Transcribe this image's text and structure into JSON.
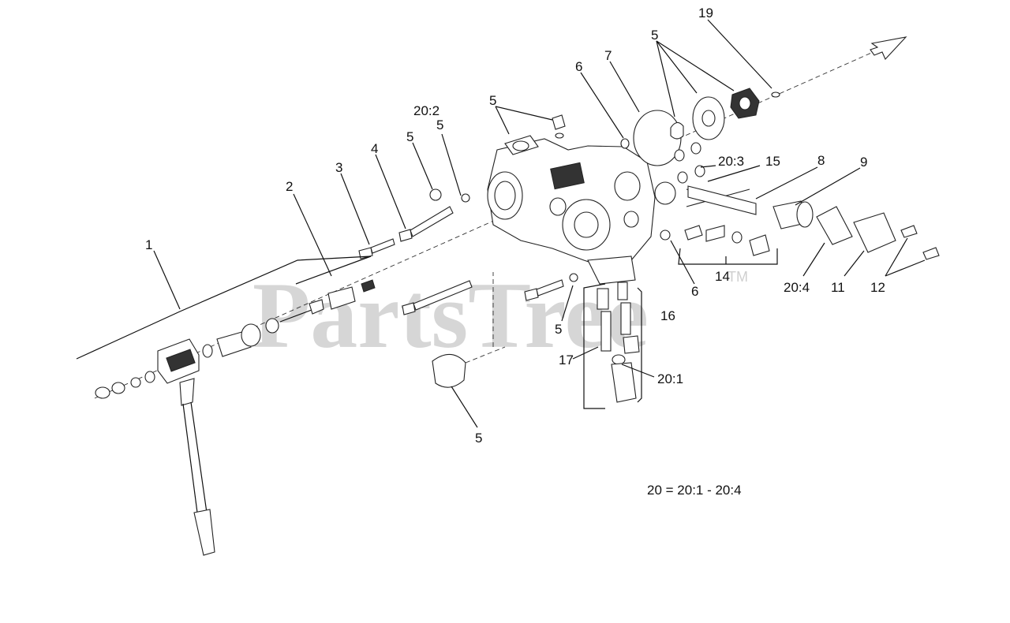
{
  "watermark": {
    "text": "PartsTree",
    "trademark": "TM"
  },
  "callouts": {
    "c1": "1",
    "c2": "2",
    "c3": "3",
    "c4": "4",
    "c5a": "5",
    "c5b": "5",
    "c5c": "5",
    "c5d": "5",
    "c5e": "5",
    "c5f": "5",
    "c6a": "6",
    "c6b": "6",
    "c7": "7",
    "c8": "8",
    "c9": "9",
    "c11": "11",
    "c12": "12",
    "c14": "14",
    "c15": "15",
    "c16": "16",
    "c17": "17",
    "c19": "19",
    "c20_1": "20:1",
    "c20_2": "20:2",
    "c20_3": "20:3",
    "c20_4": "20:4"
  },
  "formula": "20 = 20:1 - 20:4"
}
